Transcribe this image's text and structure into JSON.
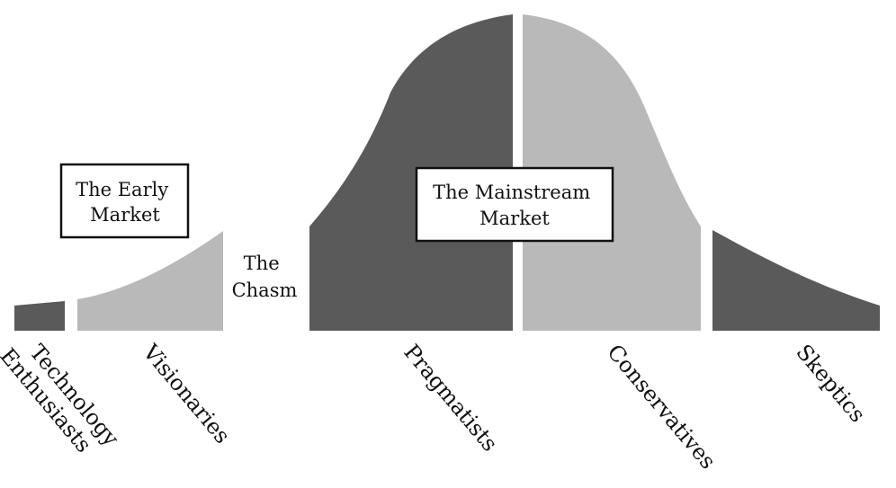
{
  "colors": {
    "dark_segment": "#5a5a5a",
    "light_segment": "#b9b9b9",
    "text": "#111111",
    "background": "#ffffff"
  },
  "segments": [
    {
      "label_lines": [
        "Technology",
        "Enthusiasts"
      ],
      "shade": "dark"
    },
    {
      "label_lines": [
        "Visionaries"
      ],
      "shade": "light"
    },
    {
      "label_lines": [
        "Pragmatists"
      ],
      "shade": "dark"
    },
    {
      "label_lines": [
        "Conservatives"
      ],
      "shade": "light"
    },
    {
      "label_lines": [
        "Skeptics"
      ],
      "shade": "dark"
    }
  ],
  "early_market_box": {
    "lines": [
      "The Early",
      "Market"
    ]
  },
  "chasm_label": {
    "lines": [
      "The",
      "Chasm"
    ]
  },
  "mainstream_market_box": {
    "lines": [
      "The Mainstream",
      "Market"
    ]
  }
}
